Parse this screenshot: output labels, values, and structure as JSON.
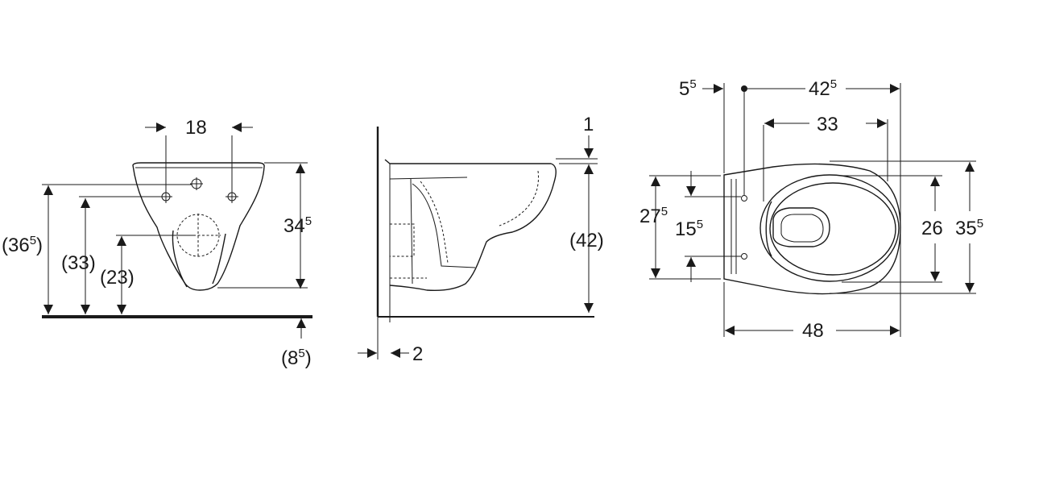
{
  "front_view": {
    "width_main": "18",
    "height_rim": "34",
    "height_rim_sup": "5",
    "height_outer_open": "(36",
    "height_outer_sup": "5",
    "height_outer_close": ")",
    "height_33": "(33)",
    "height_23": "(23)",
    "below_floor_open": "(8",
    "below_floor_sup": "5",
    "below_floor_close": ")"
  },
  "side_view": {
    "top_gap": "1",
    "rim_height": "(42)",
    "wall_gap": "2"
  },
  "top_view": {
    "offset_left": "5",
    "offset_left_sup": "5",
    "length_overall": "42",
    "length_overall_sup": "5",
    "length_bowl": "33",
    "width_holes_outer": "27",
    "width_holes_outer_sup": "5",
    "width_holes_inner": "15",
    "width_holes_inner_sup": "5",
    "width_bowl": "26",
    "width_overall": "35",
    "width_overall_sup": "5",
    "depth_total": "48"
  }
}
